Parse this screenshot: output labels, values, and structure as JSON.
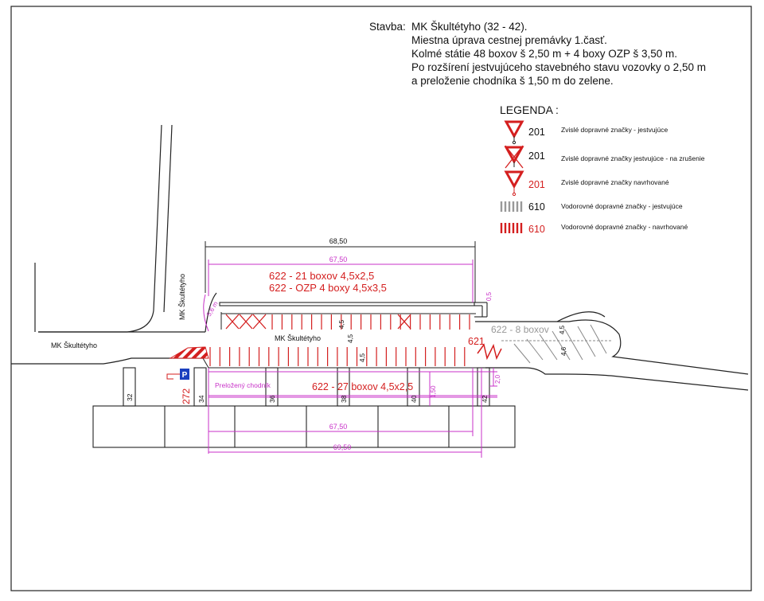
{
  "header": {
    "label": "Stavba:",
    "lines": [
      "MK Škultétyho (32 - 42).",
      "Miestna úprava cestnej premávky 1.časť.",
      "Kolmé státie 48 boxov š 2,50 m + 4 boxy OZP š 3,50 m.",
      "Po rozšírení jestvujúceho stavebného stavu  vozovky o 2,50 m",
      "a preloženie chodníka š 1,50 m do zelene."
    ]
  },
  "legend": {
    "title": "LEGENDA :",
    "items": [
      {
        "code": "201",
        "text": "Zvislé dopravné značky - jestvujúce",
        "color": "#000000"
      },
      {
        "code": "201",
        "text": "Zvislé dopravné značky jestvujúce - na zrušenie",
        "color": "#000000"
      },
      {
        "code": "201",
        "text": "Zvislé dopravné značky navrhované",
        "color": "#d41f1f"
      },
      {
        "code": "610",
        "text": "Vodorovné dopravné značky - jestvujúce",
        "color": "#000000"
      },
      {
        "code": "610",
        "text": "Vodorovné dopravné značky - navrhované",
        "color": "#d41f1f"
      }
    ]
  },
  "colors": {
    "red": "#d41f1f",
    "magenta": "#c832c8",
    "gray": "#999999",
    "line": "#222222",
    "blue": "#1a3fbf"
  },
  "plan": {
    "street_left": "MK Škultétyho",
    "street_vertical": "MK Škultétyho",
    "street_center": "MK Škultétyho",
    "dim_total_top": "68,50",
    "dim_inner_top": "67,50",
    "dim_inner_bottom": "67,50",
    "dim_total_bottom": "69,50",
    "upper_row_line1": "622 - 21 boxov 4,5x2,5",
    "upper_row_line2": "622 - OZP 4 boxy 4,5x3,5",
    "right_boxes": "622 - 8 boxov",
    "lower_row": "622 - 27 boxov 4,5x2,5",
    "sidewalk": "Preložený chodník",
    "sign_621": "621",
    "sign_272": "272",
    "parking_sign": "P",
    "dim_56": "5,6 m",
    "dim_05": "0,5",
    "dim_45_a": "4,5",
    "dim_45_b": "4,5",
    "dim_45_c": "4,5",
    "dim_46": "4,6",
    "dim_20": "2,0",
    "dim_150": "1,50",
    "house_numbers": [
      "32",
      "34",
      "36",
      "38",
      "40",
      "42"
    ]
  }
}
